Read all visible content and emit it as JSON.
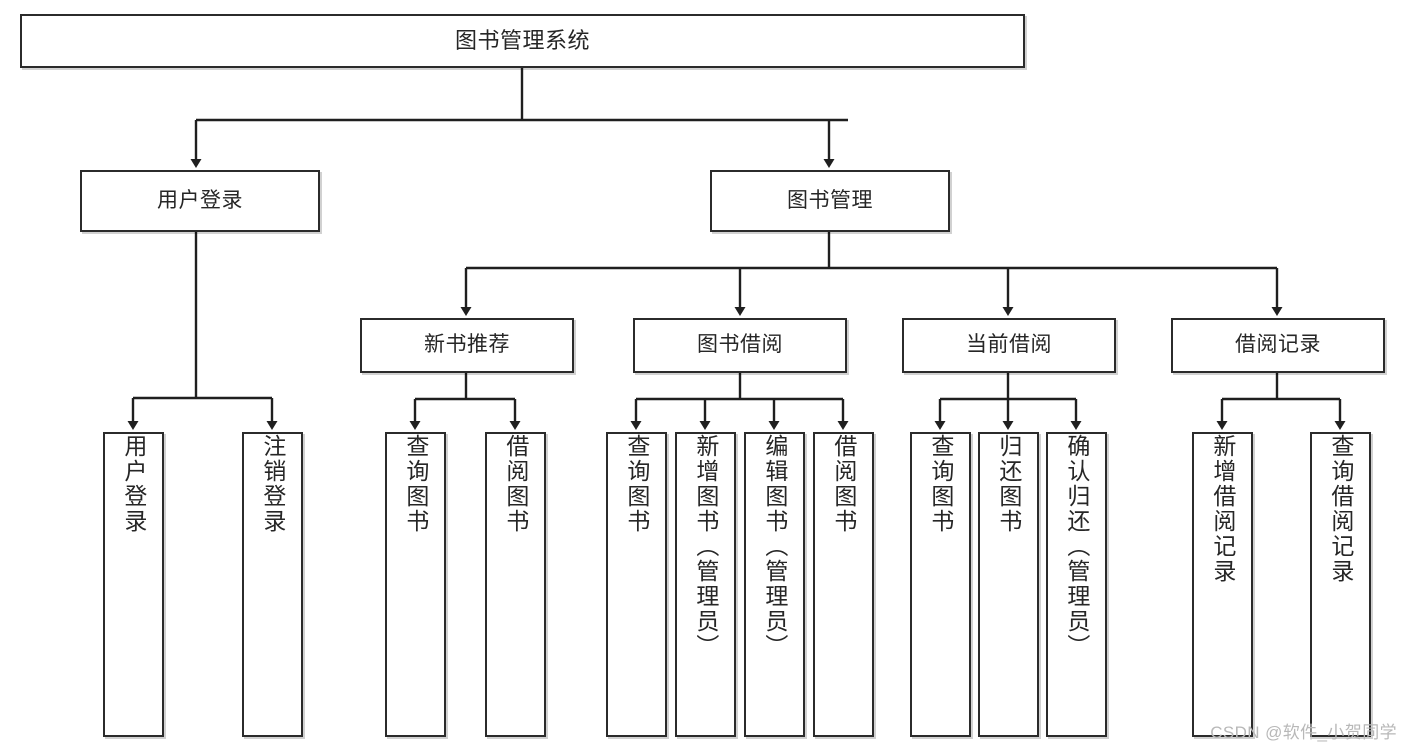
{
  "diagram": {
    "type": "tree-hierarchy-chart",
    "root": {
      "id": "root",
      "label": "图书管理系统"
    },
    "level2": [
      {
        "id": "user-login",
        "label": "用户登录"
      },
      {
        "id": "book-manage",
        "label": "图书管理"
      }
    ],
    "level3": [
      {
        "id": "new-book-recommend",
        "label": "新书推荐"
      },
      {
        "id": "book-borrow",
        "label": "图书借阅"
      },
      {
        "id": "current-borrow",
        "label": "当前借阅"
      },
      {
        "id": "borrow-record",
        "label": "借阅记录"
      }
    ],
    "leaves": [
      {
        "id": "leaf-user-login",
        "label": "用户登录",
        "parent": "user-login"
      },
      {
        "id": "leaf-logout-login",
        "label": "注销登录",
        "parent": "user-login"
      },
      {
        "id": "leaf-query-book-1",
        "label": "查询图书",
        "parent": "new-book-recommend"
      },
      {
        "id": "leaf-borrow-book-1",
        "label": "借阅图书",
        "parent": "new-book-recommend"
      },
      {
        "id": "leaf-query-book-2",
        "label": "查询图书",
        "parent": "book-borrow"
      },
      {
        "id": "leaf-add-book",
        "label": "新增图书（管理员）",
        "parent": "book-borrow"
      },
      {
        "id": "leaf-edit-book",
        "label": "编辑图书（管理员）",
        "parent": "book-borrow"
      },
      {
        "id": "leaf-borrow-book-2",
        "label": "借阅图书",
        "parent": "book-borrow"
      },
      {
        "id": "leaf-query-book-3",
        "label": "查询图书",
        "parent": "current-borrow"
      },
      {
        "id": "leaf-return-book",
        "label": "归还图书",
        "parent": "current-borrow"
      },
      {
        "id": "leaf-confirm-return",
        "label": "确认归还（管理员）",
        "parent": "current-borrow"
      },
      {
        "id": "leaf-add-record",
        "label": "新增借阅记录",
        "parent": "borrow-record"
      },
      {
        "id": "leaf-query-record",
        "label": "查询借阅记录",
        "parent": "borrow-record"
      }
    ],
    "colors": {
      "box_border": "#2b2b2b",
      "box_fill": "#ffffff",
      "edge": "#1f1f1f",
      "text": "#262626",
      "watermark": "#b8b8b8",
      "background": "#ffffff"
    }
  },
  "watermark": {
    "text": "CSDN @软件_小贺同学"
  }
}
